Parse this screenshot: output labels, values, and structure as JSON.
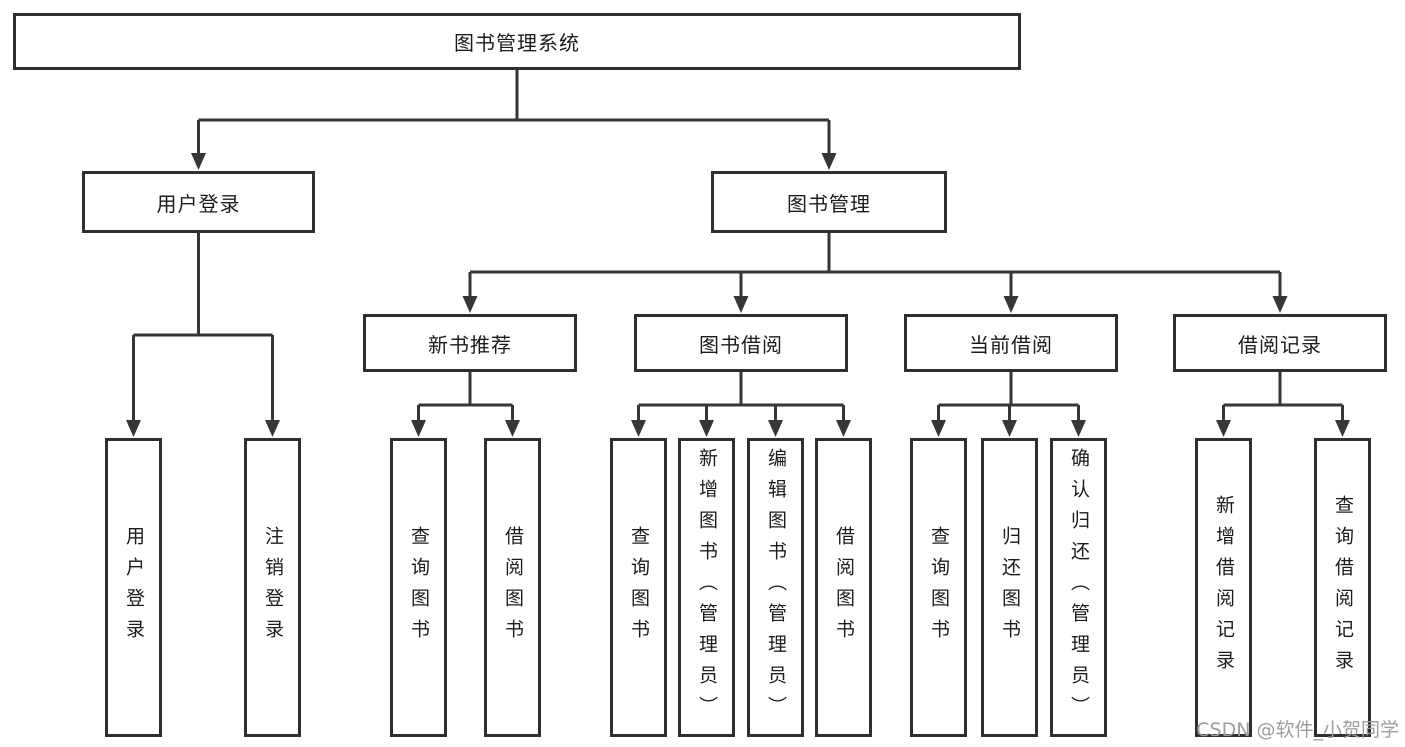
{
  "diagram": {
    "colors": {
      "line": "#363636",
      "box_border": "#2f2f2f",
      "box_fill": "#ffffff",
      "text": "#1c1c1c",
      "watermark": "#9d9d9d"
    },
    "watermark": "CSDN @软件_小贺同学",
    "nodes": {
      "root": {
        "label": "图书管理系统"
      },
      "user_login": {
        "label": "用户登录"
      },
      "book_mgmt": {
        "label": "图书管理"
      },
      "new_book_rec": {
        "label": "新书推荐"
      },
      "book_borrow": {
        "label": "图书借阅"
      },
      "current_borrow": {
        "label": "当前借阅"
      },
      "borrow_records": {
        "label": "借阅记录"
      },
      "user_login_leaf": {
        "label": "用户登录"
      },
      "logout_leaf": {
        "label": "注销登录"
      },
      "query_book_1": {
        "label": "查询图书"
      },
      "borrow_book_1": {
        "label": "借阅图书"
      },
      "query_book_2": {
        "label": "查询图书"
      },
      "add_book_admin": {
        "label": "新增图书（管理员）"
      },
      "edit_book_admin": {
        "label": "编辑图书（管理员）"
      },
      "borrow_book_2": {
        "label": "借阅图书"
      },
      "query_book_3": {
        "label": "查询图书"
      },
      "return_book": {
        "label": "归还图书"
      },
      "confirm_return_admin": {
        "label": "确认归还（管理员）"
      },
      "add_borrow_record": {
        "label": "新增借阅记录"
      },
      "query_borrow_record": {
        "label": "查询借阅记录"
      }
    }
  }
}
